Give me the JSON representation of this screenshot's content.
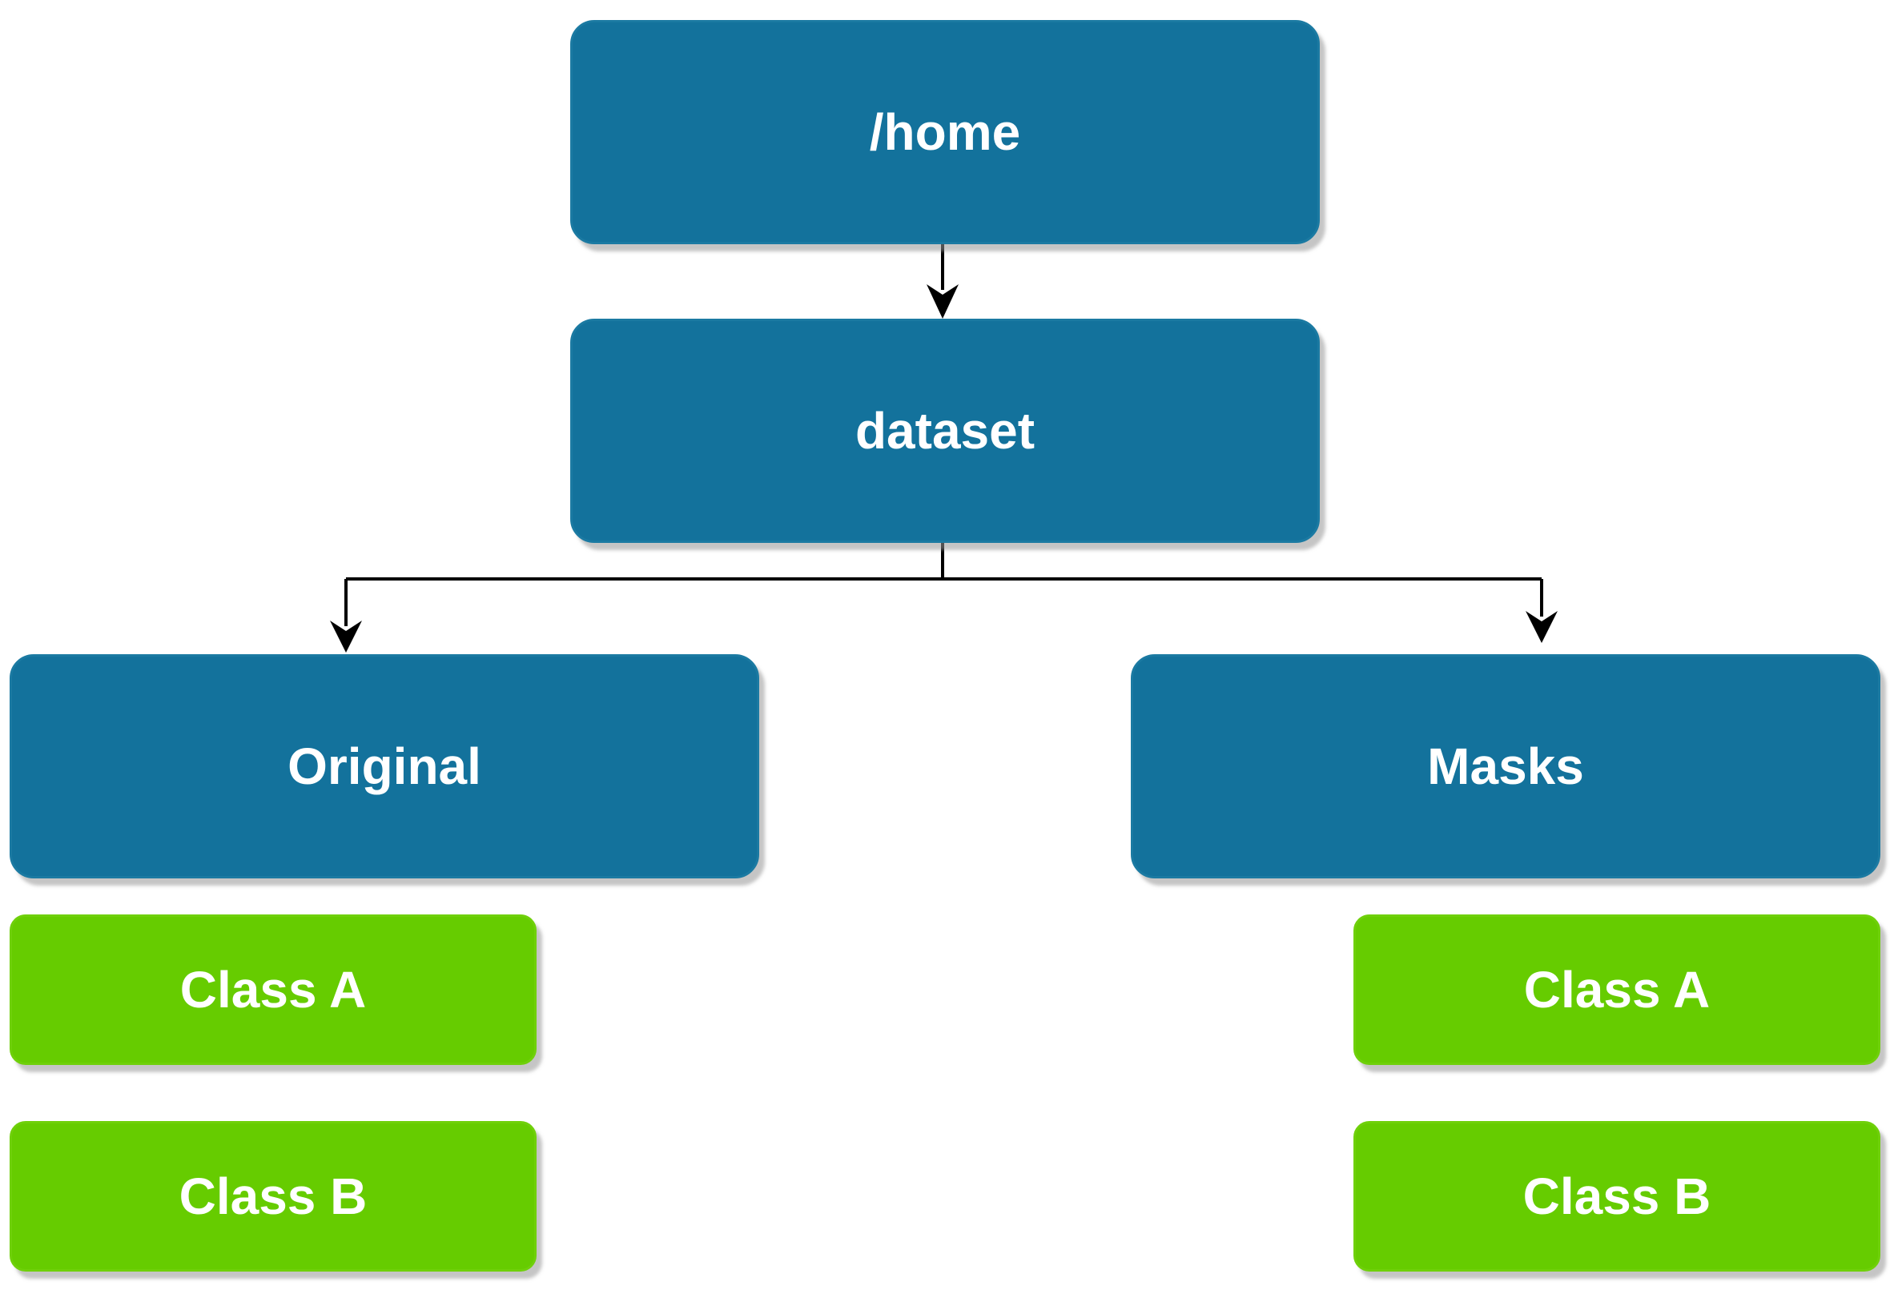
{
  "diagram": {
    "root": {
      "label": "/home"
    },
    "dataset": {
      "label": "dataset"
    },
    "original": {
      "label": "Original",
      "children": [
        {
          "label": "Class A"
        },
        {
          "label": "Class B"
        }
      ]
    },
    "masks": {
      "label": "Masks",
      "children": [
        {
          "label": "Class A"
        },
        {
          "label": "Class B"
        }
      ]
    },
    "edges": [
      {
        "from": "/home",
        "to": "dataset"
      },
      {
        "from": "dataset",
        "to": "Original"
      },
      {
        "from": "dataset",
        "to": "Masks"
      }
    ]
  },
  "colors": {
    "folder": "#13729c",
    "subfolder": "#66cc00",
    "text": "#ffffff",
    "connector": "#000000"
  }
}
